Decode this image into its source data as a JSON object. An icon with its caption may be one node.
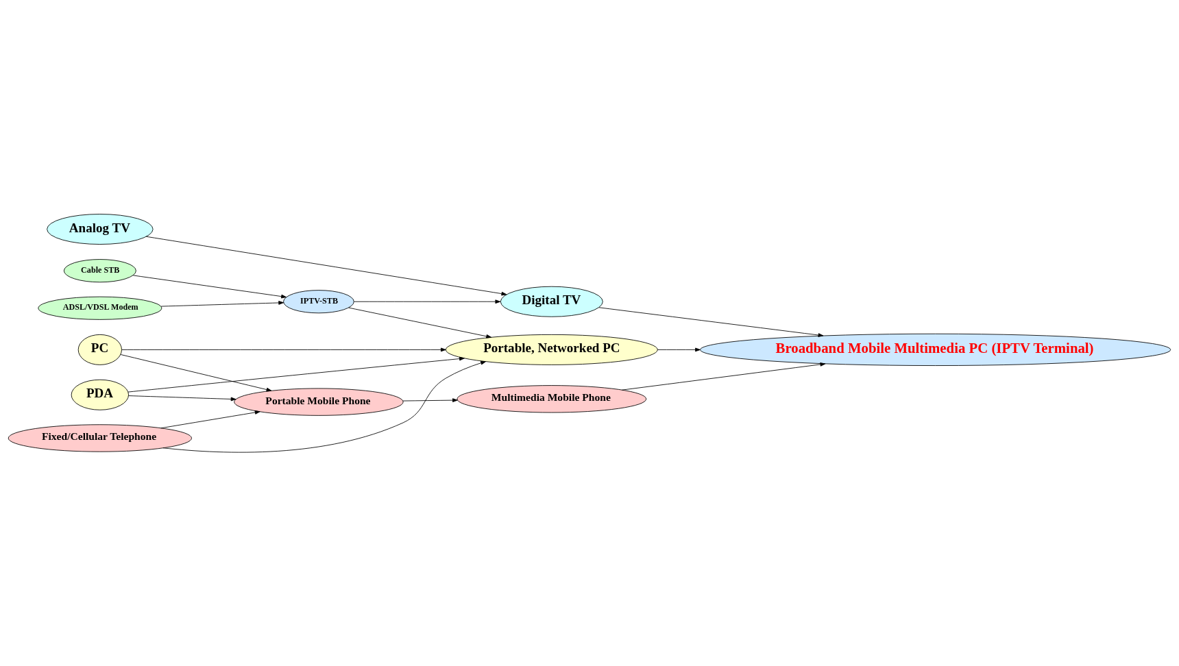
{
  "diagram": {
    "nodes": [
      {
        "text": [
          "Analog TV"
        ]
      },
      {
        "text": [
          "Digital TV"
        ]
      },
      {
        "text": [
          "IPTV-STB"
        ]
      },
      {
        "text": [
          "Cable STB"
        ]
      },
      {
        "text": [
          "ADSL/VDSL Modem"
        ]
      },
      {
        "text": [
          "Portable, Networked PC"
        ]
      },
      {
        "text": [
          "Broadband Mobile Multimedia PC (IPTV Terminal)"
        ]
      },
      {
        "text": [
          "PC"
        ]
      },
      {
        "text": [
          "PDA"
        ]
      },
      {
        "text": [
          "Fixed/Cellular Telephone"
        ]
      },
      {
        "text": [
          "Portable Mobile Phone"
        ]
      },
      {
        "text": [
          "Multimedia Mobile Phone"
        ]
      }
    ],
    "edges": [
      {
        "from": 0,
        "to": 1,
        "arrow": "to"
      },
      {
        "from": 2,
        "to": 1,
        "arrow": "to"
      },
      {
        "from": 3,
        "to": 2,
        "arrow": "to"
      },
      {
        "from": 4,
        "to": 2,
        "arrow": "to"
      },
      {
        "from": 2,
        "to": 5,
        "arrow": "to"
      },
      {
        "from": 1,
        "to": 6,
        "arrow": "to"
      },
      {
        "from": 7,
        "to": 5,
        "arrow": "to"
      },
      {
        "from": 5,
        "to": 6,
        "arrow": "to"
      },
      {
        "from": 8,
        "to": 5,
        "arrow": "to"
      },
      {
        "from": 9,
        "to": 5,
        "arrow": "to"
      },
      {
        "from": 7,
        "to": 10,
        "arrow": "to"
      },
      {
        "from": 8,
        "to": 10,
        "arrow": "to"
      },
      {
        "from": 9,
        "to": 10,
        "arrow": "to"
      },
      {
        "from": 10,
        "to": 11,
        "arrow": "to"
      },
      {
        "from": 11,
        "to": 6,
        "arrow": "to"
      }
    ]
  }
}
